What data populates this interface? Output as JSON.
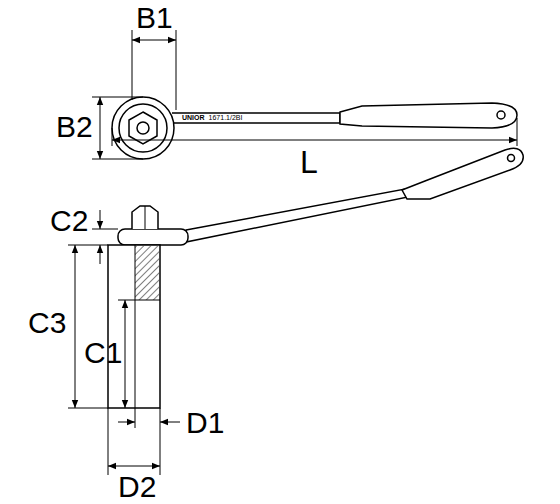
{
  "diagram": {
    "labels": [
      "B1",
      "B2",
      "L",
      "UNIOR",
      "1671.1/2BI",
      "C2",
      "C3",
      "C1",
      "D1",
      "D2"
    ]
  }
}
